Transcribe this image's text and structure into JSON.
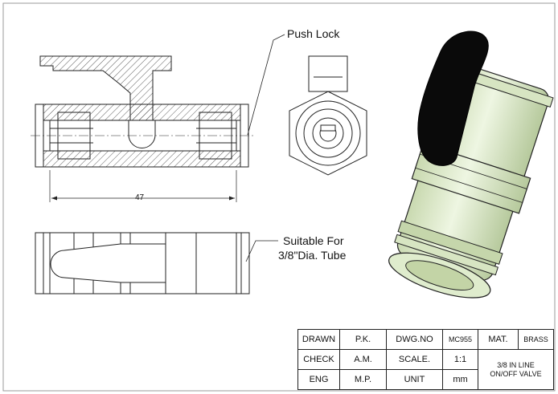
{
  "labels": {
    "push_lock": "Push Lock",
    "suitable_line1": "Suitable For",
    "suitable_line2": "3/8\"Dia. Tube",
    "dimension": "47"
  },
  "title_block": {
    "rows": [
      [
        "DRAWN",
        "P.K.",
        "DWG.NO",
        "MC955",
        "MAT.",
        "BRASS"
      ],
      [
        "CHECK",
        "A.M.",
        "SCALE.",
        "1:1"
      ],
      [
        "ENG",
        "M.P.",
        "UNIT",
        "mm"
      ]
    ],
    "description_line1": "3/8 IN LINE",
    "description_line2": "ON/OFF VALVE"
  },
  "colors": {
    "line": "#222222",
    "body_3d": "#dde9c9",
    "body_3d_shade": "#b9cc9f",
    "handle": "#0a0a0a"
  }
}
